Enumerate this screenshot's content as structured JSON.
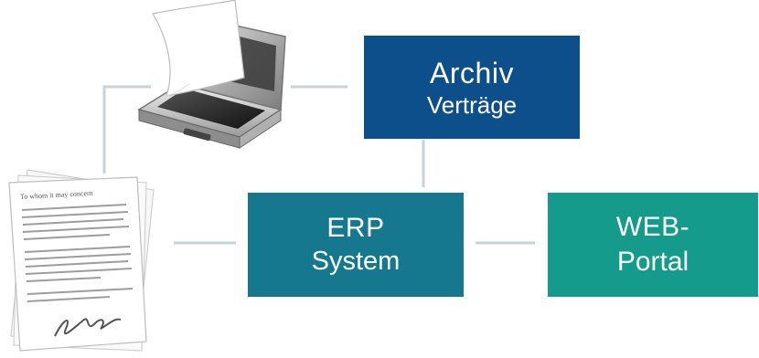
{
  "nodes": {
    "archiv": {
      "line1": "Archiv",
      "line2": "Verträge"
    },
    "erp": {
      "line1": "ERP",
      "line2": "System"
    },
    "web": {
      "line1": "WEB-",
      "line2": "Portal"
    }
  },
  "colors": {
    "archiv": "#0d4f8b",
    "erp": "#16788f",
    "web": "#159b8c",
    "connector": "#c7d3d7"
  },
  "icons": {
    "scanner": "scanner-icon",
    "documents": "signed-documents-icon"
  },
  "documents": {
    "heading": "To whom it may concern"
  }
}
